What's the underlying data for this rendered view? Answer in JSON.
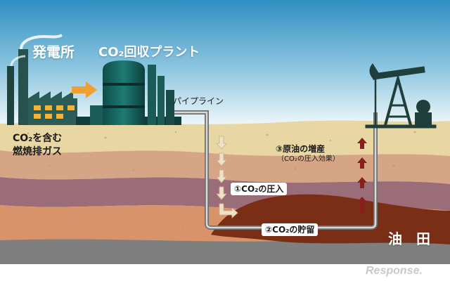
{
  "labels": {
    "power_plant": "発電所",
    "capture_plant": "CO₂回収プラント",
    "pipeline": "パイプライン",
    "exhaust_gas_line1": "CO₂を含む",
    "exhaust_gas_line2": "燃焼排ガス",
    "step1": "①CO₂の圧入",
    "step2": "②CO₂の貯留",
    "step3": "③原油の増産",
    "step3_note": "（CO₂の圧入効果）",
    "oil_field": "油　田",
    "watermark": "Response."
  },
  "icons": [
    "factory-icon",
    "capture-tower-icon",
    "pumpjack-icon",
    "arrow-right-icon",
    "down-arrow-icon",
    "up-arrow-icon"
  ],
  "colors": {
    "sky_top": "#2f8fc2",
    "sky_bottom": "#e6f3f8",
    "injection_arrow": "#e9dac4",
    "production_arrow": "#8a1f1f",
    "oil": "#7a2e15",
    "pipe": "#8a8a8a",
    "transfer_arrow": "#f0a030"
  }
}
